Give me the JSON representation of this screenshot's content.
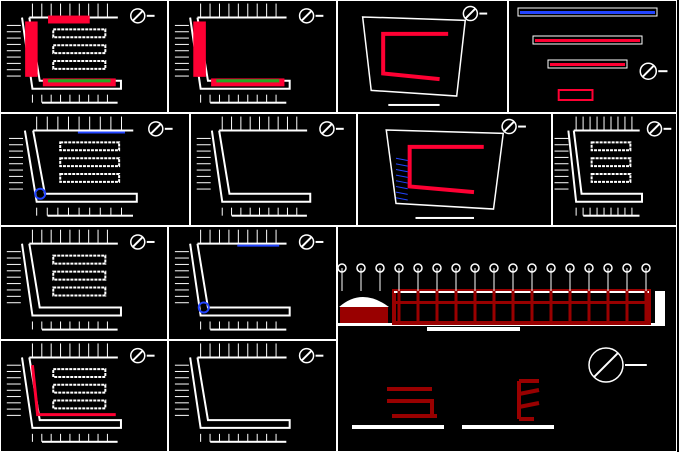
{
  "sheet": {
    "background": "#000000",
    "frame_color": "#ffffff",
    "wall_color": "#ff0033",
    "structure_color": "#990000",
    "green_color": "#22aa22",
    "blue_color": "#2244ff"
  },
  "panels": [
    {
      "id": "plan-1",
      "kind": "plan",
      "fill": "red-green",
      "dense": true
    },
    {
      "id": "plan-2",
      "kind": "plan",
      "fill": "red-green",
      "dense": false
    },
    {
      "id": "plan-3",
      "kind": "site-outline",
      "fill": "red-line",
      "dense": false
    },
    {
      "id": "elevations-1",
      "kind": "elevations",
      "fill": "red-blue",
      "dense": false
    },
    {
      "id": "plan-4",
      "kind": "plan",
      "fill": "blue",
      "dense": true
    },
    {
      "id": "plan-5",
      "kind": "plan",
      "fill": "none",
      "dense": false
    },
    {
      "id": "plan-6",
      "kind": "site-outline",
      "fill": "red-line",
      "dense": true
    },
    {
      "id": "plan-7",
      "kind": "plan",
      "fill": "none",
      "dense": true
    },
    {
      "id": "plan-8",
      "kind": "plan",
      "fill": "none",
      "dense": true
    },
    {
      "id": "plan-9",
      "kind": "plan",
      "fill": "blue-line",
      "dense": false
    },
    {
      "id": "elevation-main",
      "kind": "main-elevation",
      "fill": "structure",
      "dense": false
    },
    {
      "id": "plan-10",
      "kind": "plan",
      "fill": "red-line",
      "dense": true
    },
    {
      "id": "plan-11",
      "kind": "plan",
      "fill": "none",
      "dense": false
    }
  ]
}
